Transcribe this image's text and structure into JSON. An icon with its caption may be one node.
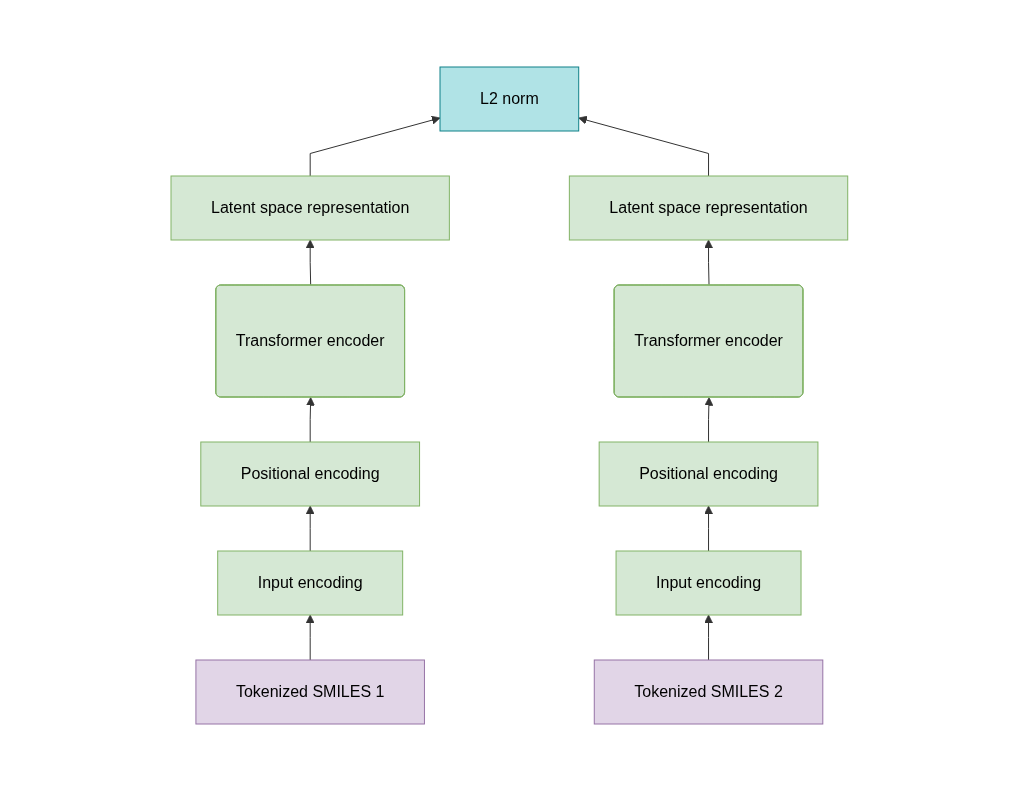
{
  "diagram": {
    "nodes": [
      {
        "text": [
          "L2 norm"
        ]
      },
      {
        "text": [
          "Latent space representation"
        ]
      },
      {
        "text": [
          "Latent space representation"
        ]
      },
      {
        "text": [
          "Transformer encoder"
        ]
      },
      {
        "text": [
          "Transformer encoder"
        ]
      },
      {
        "text": [
          "Positional encoding"
        ]
      },
      {
        "text": [
          "Positional encoding"
        ]
      },
      {
        "text": [
          "Input encoding"
        ]
      },
      {
        "text": [
          "Input encoding"
        ]
      },
      {
        "text": [
          "Tokenized SMILES 1"
        ]
      },
      {
        "text": [
          "Tokenized SMILES 2"
        ]
      }
    ],
    "edges": [
      {
        "from": 9,
        "to": 7,
        "arrow": "to"
      },
      {
        "from": 7,
        "to": 5,
        "arrow": "to"
      },
      {
        "from": 5,
        "to": 3,
        "arrow": "to"
      },
      {
        "from": 3,
        "to": 1,
        "arrow": "to"
      },
      {
        "from": 1,
        "to": 0,
        "arrow": "to"
      },
      {
        "from": 10,
        "to": 8,
        "arrow": "to"
      },
      {
        "from": 8,
        "to": 6,
        "arrow": "to"
      },
      {
        "from": 6,
        "to": 4,
        "arrow": "to"
      },
      {
        "from": 4,
        "to": 2,
        "arrow": "to"
      },
      {
        "from": 2,
        "to": 0,
        "arrow": "to"
      }
    ]
  }
}
